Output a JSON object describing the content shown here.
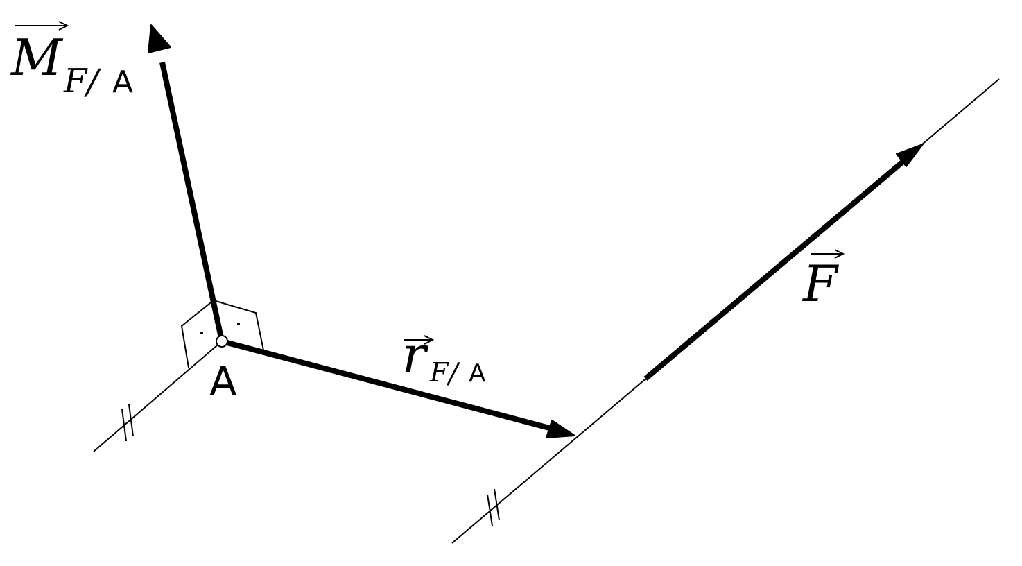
{
  "labels": {
    "moment": {
      "symbol": "M",
      "subscript_var": "F",
      "subscript_sep": "/",
      "subscript_point": "A"
    },
    "position": {
      "symbol": "r",
      "subscript_var": "F",
      "subscript_sep": "/",
      "subscript_point": "A"
    },
    "force": {
      "symbol": "F"
    },
    "point": "A"
  }
}
